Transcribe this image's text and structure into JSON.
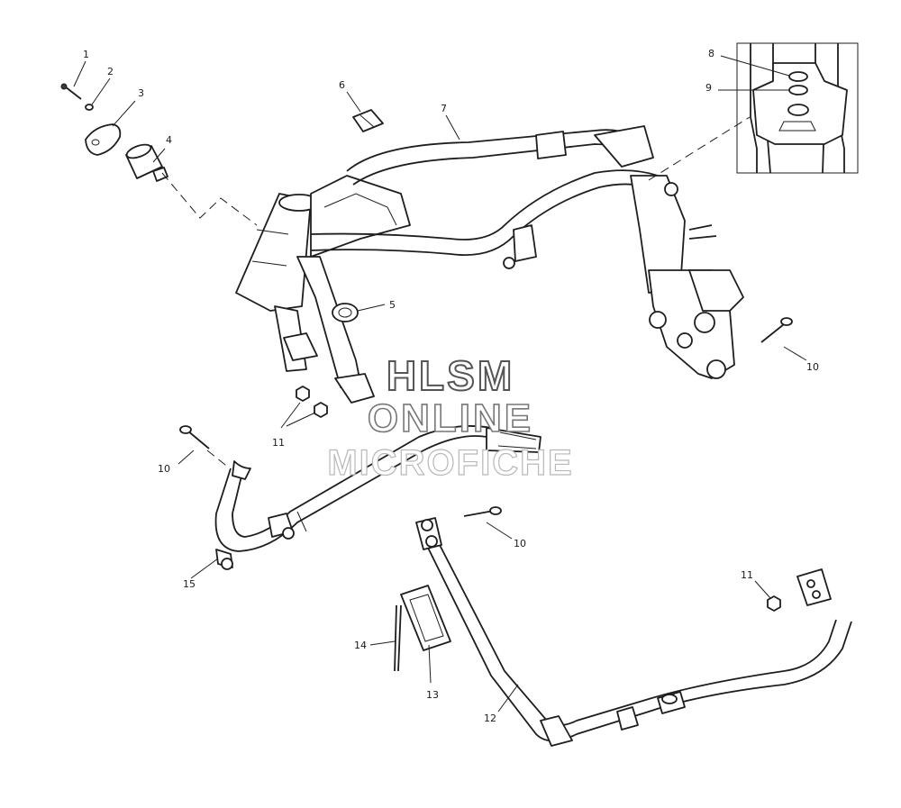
{
  "callouts": [
    {
      "id": "c1",
      "label": "1"
    },
    {
      "id": "c2",
      "label": "2"
    },
    {
      "id": "c3",
      "label": "3"
    },
    {
      "id": "c4",
      "label": "4"
    },
    {
      "id": "c5",
      "label": "5"
    },
    {
      "id": "c6",
      "label": "6"
    },
    {
      "id": "c7",
      "label": "7"
    },
    {
      "id": "c8",
      "label": "8"
    },
    {
      "id": "c9",
      "label": "9"
    },
    {
      "id": "c10a",
      "label": "10"
    },
    {
      "id": "c10b",
      "label": "10"
    },
    {
      "id": "c10c",
      "label": "10"
    },
    {
      "id": "c11a",
      "label": "11"
    },
    {
      "id": "c11b",
      "label": "11"
    },
    {
      "id": "c12",
      "label": "12"
    },
    {
      "id": "c13",
      "label": "13"
    },
    {
      "id": "c14",
      "label": "14"
    },
    {
      "id": "c15",
      "label": "15"
    }
  ],
  "watermark": {
    "line1": "HLSM",
    "line2": "ONLINE",
    "line3": "MICROFICHE",
    "stroke_colors": [
      "#555555",
      "#777777",
      "#b8b8b8"
    ]
  },
  "icons": {
    "frame": "motorcycle-frame-drawing",
    "fastener": "bolt-icon",
    "nut": "nut-icon"
  }
}
